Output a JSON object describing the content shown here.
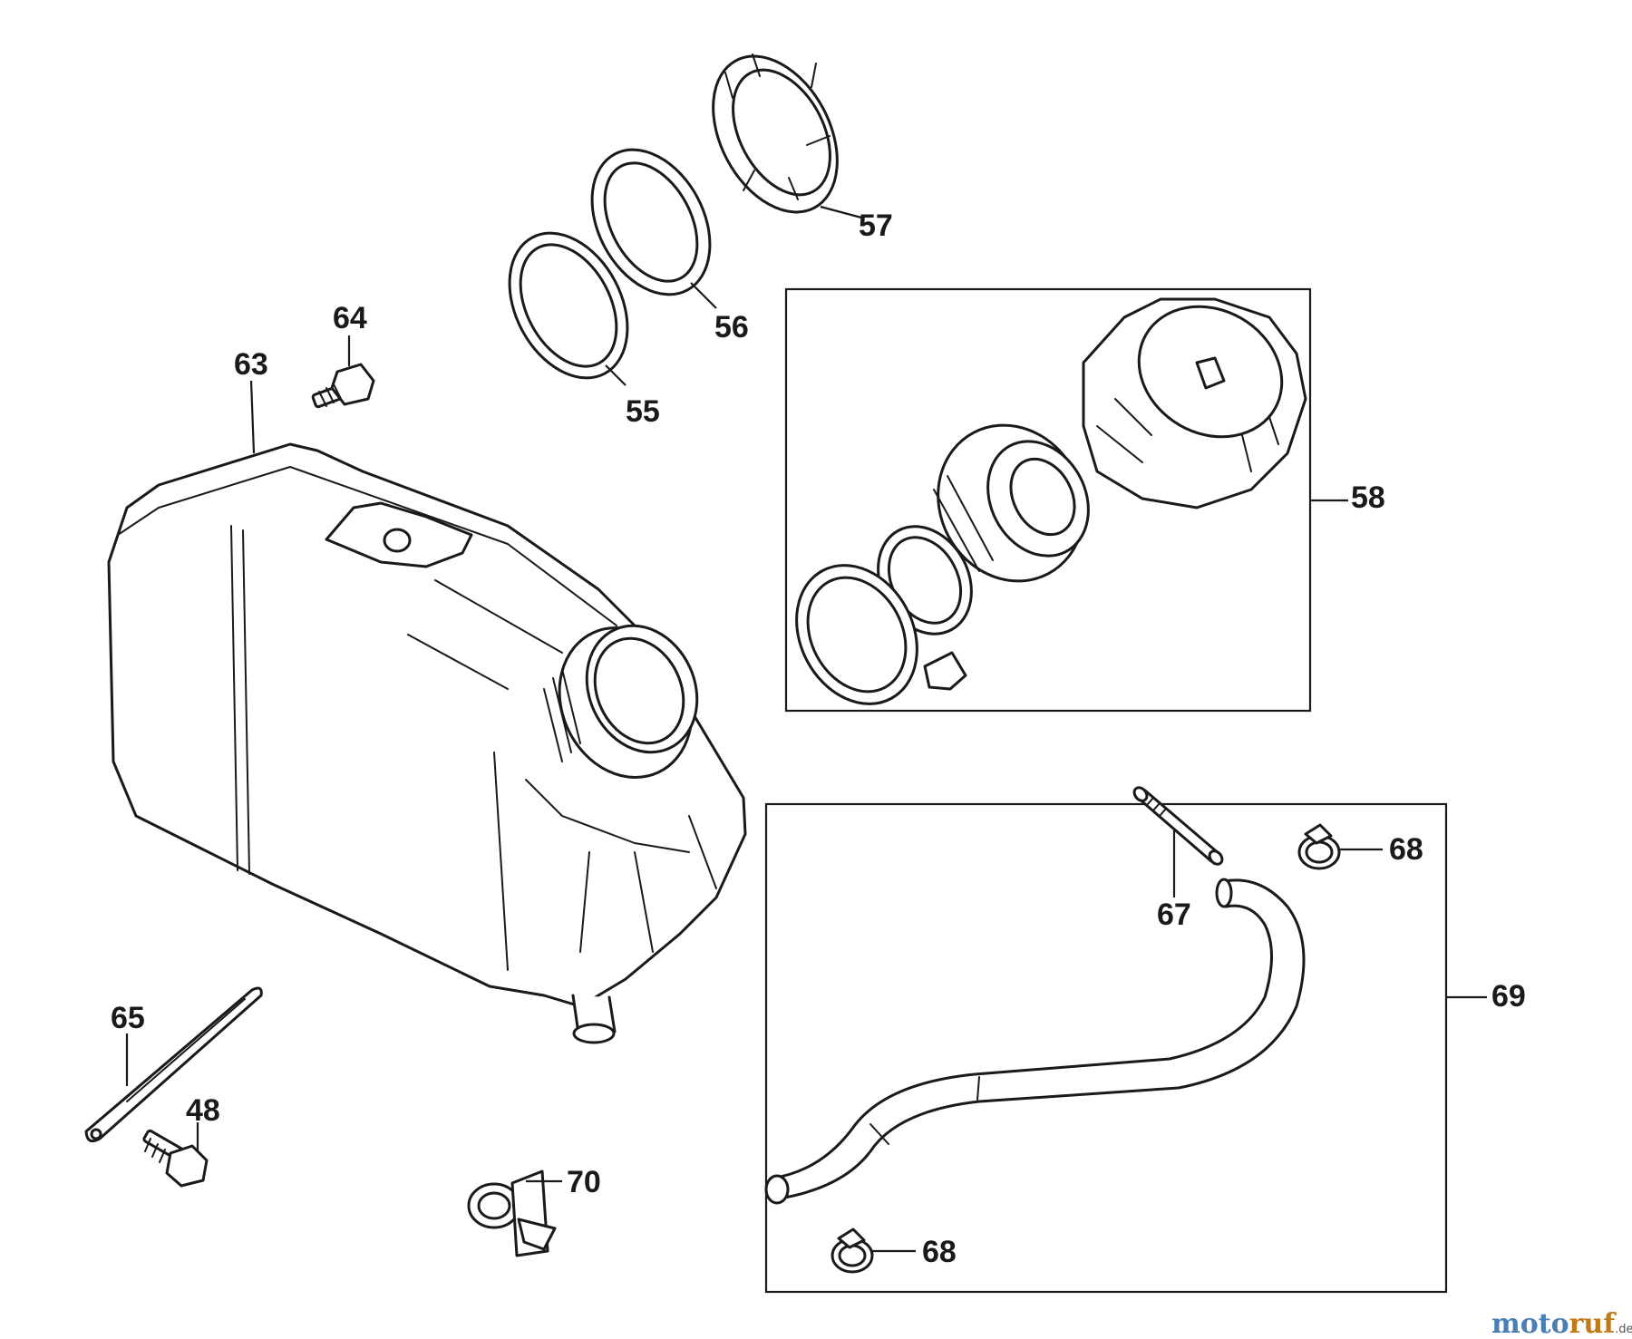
{
  "callouts": {
    "p55": "55",
    "p56": "56",
    "p57": "57",
    "p58": "58",
    "p63": "63",
    "p64": "64",
    "p65": "65",
    "p48": "48",
    "p70": "70",
    "p67": "67",
    "p68_top": "68",
    "p68_bottom": "68",
    "p69": "69"
  },
  "watermark": {
    "brand_a": "moto",
    "brand_b": "ruf",
    "suffix": ".de",
    "color_a": "#4a7fb4",
    "color_b": "#c07a1a"
  }
}
